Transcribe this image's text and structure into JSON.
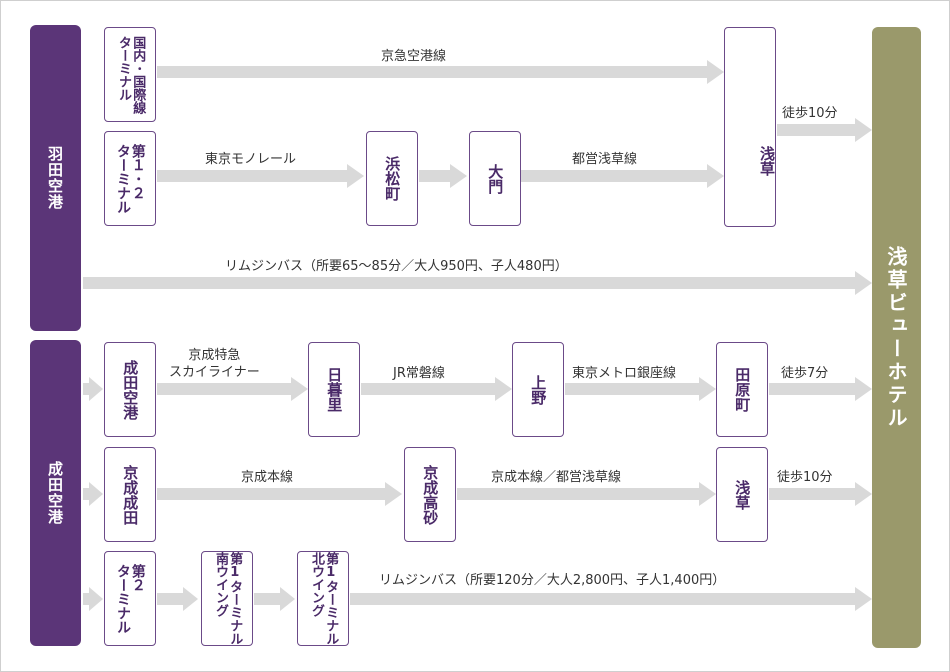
{
  "colors": {
    "airport_bg": "#5b3578",
    "hotel_bg": "#9a996b",
    "arrow": "#d9d9d9",
    "station_border": "#6b4a88",
    "station_text": "#4a2a68"
  },
  "hotel": "浅草ビューホテル",
  "haneda": {
    "name": "羽田空港",
    "route1": {
      "terminal": "国内･国際線\nターミナル",
      "line": "京急空港線"
    },
    "route2": {
      "terminal": "第１･２\nターミナル",
      "line1": "東京モノレール",
      "stop1": "浜松町",
      "stop2": "大門",
      "line2": "都営浅草線"
    },
    "asakusa": "浅草",
    "walk": "徒歩10分",
    "bus": "リムジンバス（所要65〜85分／大人950円、子人480円）"
  },
  "narita": {
    "name": "成田空港",
    "route1": {
      "start": "成田空港",
      "line1": "京成特急\nスカイライナー",
      "stop1": "日暮里",
      "line2": "JR常磐線",
      "stop2": "上野",
      "line3": "東京メトロ銀座線",
      "end": "田原町",
      "walk": "徒歩7分"
    },
    "route2": {
      "start": "京成成田",
      "line1": "京成本線",
      "stop1": "京成高砂",
      "line2": "京成本線／都営浅草線",
      "end": "浅草",
      "walk": "徒歩10分"
    },
    "route3": {
      "start": "第２\nターミナル",
      "stop1": "第1ターミナル\n南ウイング",
      "stop2": "第1ターミナル\n北ウイング",
      "bus": "リムジンバス（所要120分／大人2,800円、子人1,400円）"
    }
  }
}
